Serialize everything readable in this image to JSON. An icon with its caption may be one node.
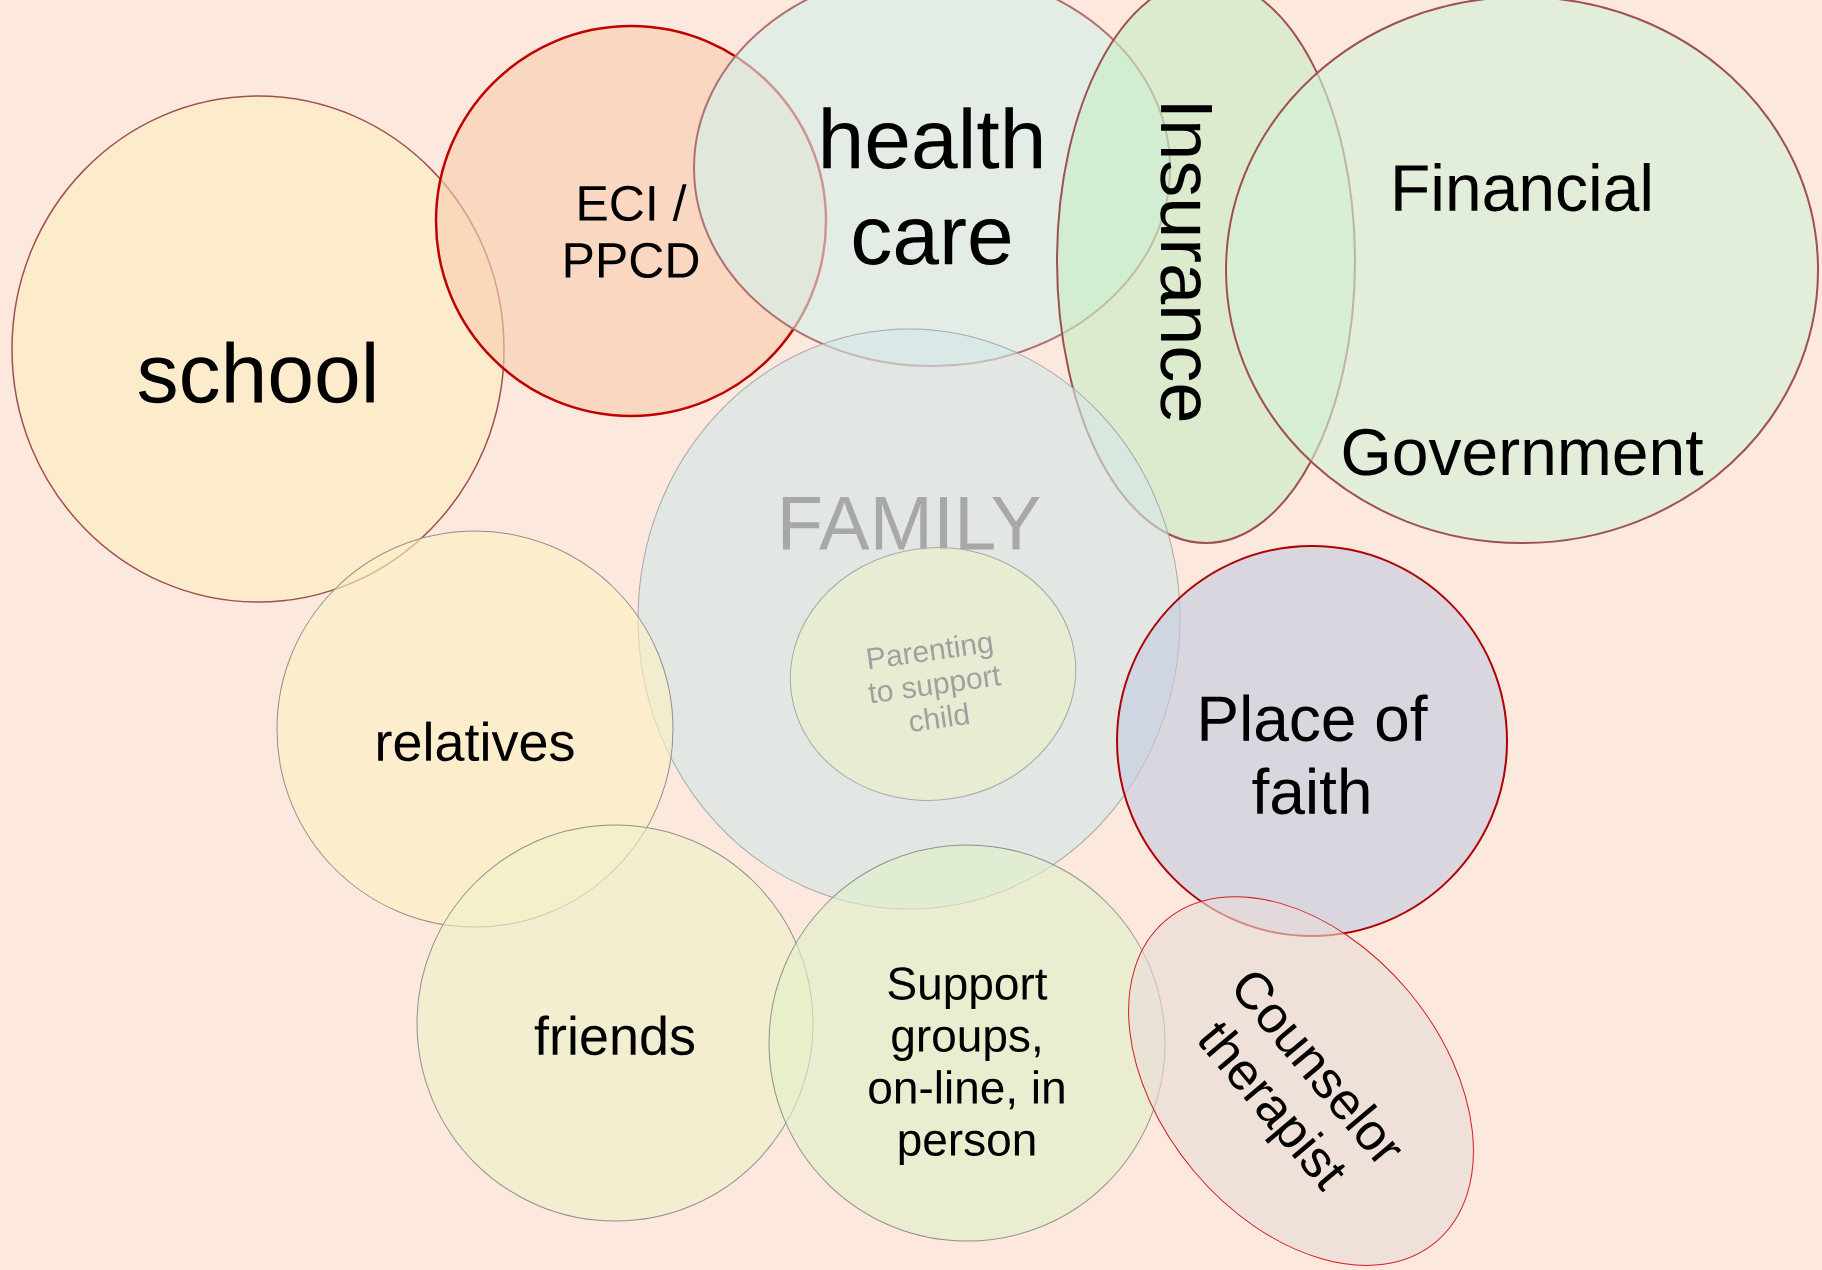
{
  "diagram": {
    "nodes": [
      {
        "text": [
          "school"
        ]
      },
      {
        "text": [
          "ECI / PPCD"
        ]
      },
      {
        "text": [
          "health care"
        ]
      },
      {
        "text": [
          "Insurance"
        ]
      },
      {
        "text": [
          "Financial",
          "Government"
        ]
      },
      {
        "text": [
          "FAMILY"
        ]
      },
      {
        "text": [
          "Parenting to support child"
        ],
        "in": 5
      },
      {
        "text": [
          "relatives"
        ]
      },
      {
        "text": [
          "friends"
        ]
      },
      {
        "text": [
          "Support groups, on-line, in person"
        ]
      },
      {
        "text": [
          "Place of faith"
        ]
      },
      {
        "text": [
          "Counselor therapist"
        ]
      }
    ]
  }
}
